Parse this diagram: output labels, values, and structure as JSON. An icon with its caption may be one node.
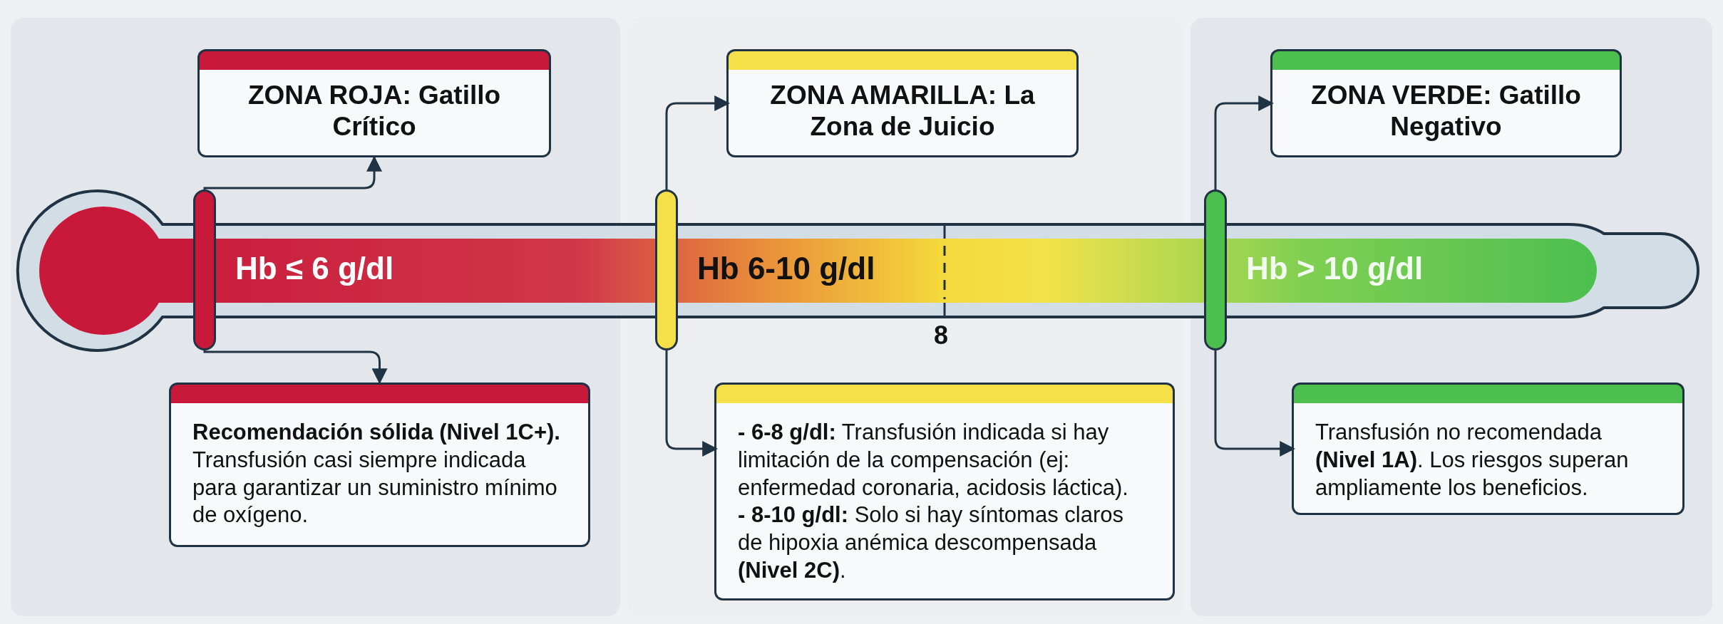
{
  "diagram": {
    "nodes": [
      {
        "text": [
          "ZONA ROJA: Gatillo Crítico"
        ]
      },
      {
        "text": [],
        "shape": "bar",
        "beside": [
          "Hb ≤ 6 g/dl"
        ]
      },
      {
        "text": [
          "**Recomendación sólida (Nivel 1C+).** Transfusión casi siempre indicada para garantizar un suministro mínimo de oxígeno."
        ]
      },
      {
        "text": [
          "ZONA AMARILLA: La Zona de Juicio"
        ]
      },
      {
        "text": [],
        "shape": "bar",
        "beside": [
          "Hb 6-10 g/dl"
        ]
      },
      {
        "text": [
          "**- 6-8 g/dl:** Transfusión indicada si hay limitación de la compensación (ej: enfermedad coronaria, acidosis láctica).",
          "**- 8-10 g/dl:** Solo si hay síntomas claros de hipoxia anémica descompensada **(Nivel 2C)**."
        ]
      },
      {
        "text": [
          "ZONA VERDE: Gatillo Negativo"
        ]
      },
      {
        "text": [],
        "shape": "bar",
        "beside": [
          "Hb > 10 g/dl"
        ]
      },
      {
        "text": [
          "Transfusión no recomendada **(Nivel 1A)**. Los riesgos superan ampliamente los beneficios."
        ]
      }
    ],
    "edges": [
      {
        "from": 1,
        "to": 0,
        "arrow": "to"
      },
      {
        "from": 1,
        "to": 2,
        "arrow": "to"
      },
      {
        "from": 4,
        "to": 3,
        "arrow": "to"
      },
      {
        "from": 4,
        "to": 5,
        "arrow": "to"
      },
      {
        "from": 7,
        "to": 6,
        "arrow": "to"
      },
      {
        "from": 7,
        "to": 8,
        "arrow": "to"
      }
    ],
    "labels": [
      "8"
    ]
  }
}
